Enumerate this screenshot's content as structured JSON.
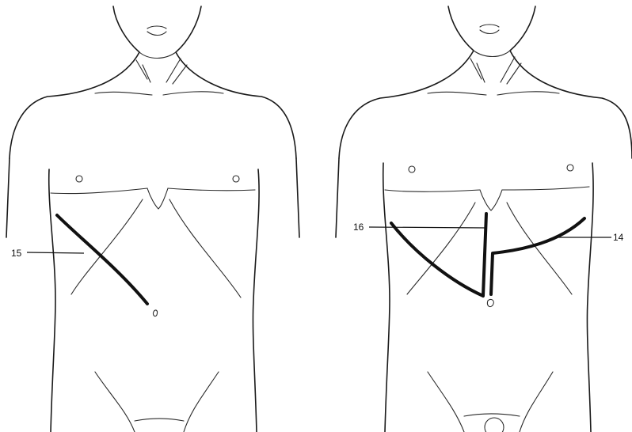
{
  "figures": [
    {
      "id": "left-torso",
      "incisions": [
        {
          "label": "15"
        }
      ]
    },
    {
      "id": "right-torso",
      "incisions": [
        {
          "label": "16"
        },
        {
          "label": "14"
        }
      ]
    }
  ],
  "colors": {
    "line": "#1a1a1a",
    "incision": "#111111",
    "background": "#ffffff"
  }
}
